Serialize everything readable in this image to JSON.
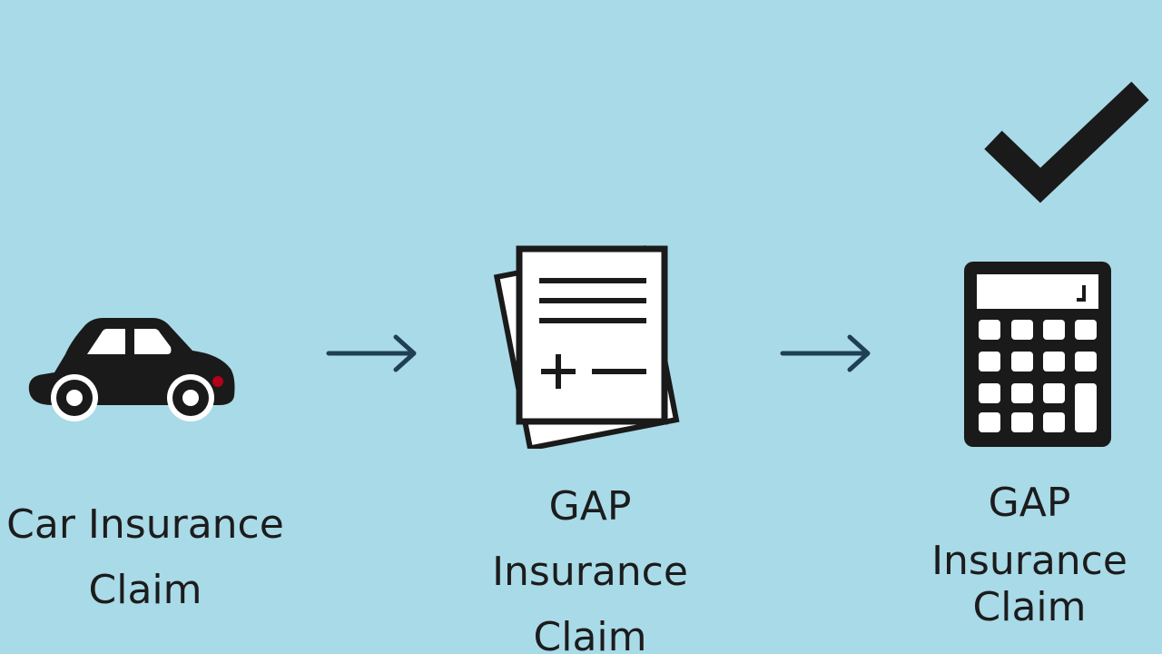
{
  "background_color": "#a9dae8",
  "icon_color": "#1a1a1a",
  "arrow_color": "#1f3f55",
  "steps": [
    {
      "icon": "car-icon",
      "label_lines": [
        "Car Insurance",
        "Claim"
      ]
    },
    {
      "icon": "document-icon",
      "label_lines": [
        "GAP",
        "Insurance",
        "Claim"
      ]
    },
    {
      "icon": "calculator-icon",
      "label_lines": [
        "GAP",
        "Insurance",
        "Claim"
      ]
    }
  ],
  "connectors": [
    "arrow-right-icon",
    "arrow-right-icon"
  ],
  "status_icon": "checkmark-icon"
}
